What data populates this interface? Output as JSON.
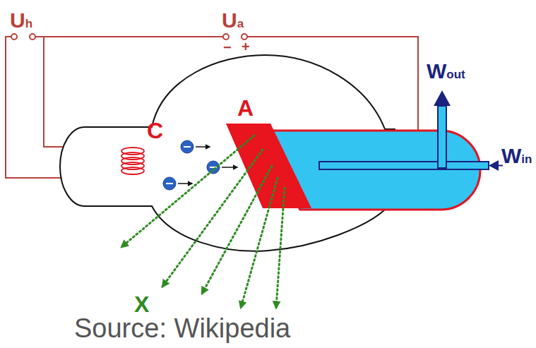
{
  "diagram": {
    "caption": "Source: Wikipedia",
    "labels": [
      "Uh",
      "Ua",
      "−",
      "+",
      "C",
      "A",
      "Wout",
      "Win",
      "X"
    ]
  }
}
